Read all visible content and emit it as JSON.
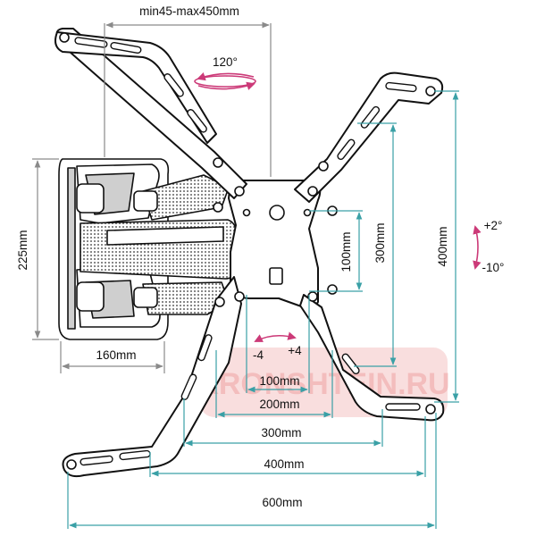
{
  "diagram": {
    "colors": {
      "dimension_teal": "#3aa0a6",
      "dimension_gray": "#8a8a8a",
      "rotation_pink": "#cc3a78",
      "part_outline": "#111111",
      "part_fill": "#ffffff",
      "part_shade": "#cfcfcf",
      "watermark_red": "#e04a4a"
    },
    "arm_depth_label": "min45-max450mm",
    "swivel_label": "120°",
    "tilt_up_label": "+2°",
    "tilt_down_label": "-10°",
    "level_minus_label": "-4",
    "level_plus_label": "+4",
    "wall_plate_height_label": "225mm",
    "wall_plate_width_label": "160mm",
    "vesa_vertical_labels": [
      "100mm",
      "300mm",
      "400mm"
    ],
    "vesa_horizontal_labels": [
      "100mm",
      "200mm",
      "300mm",
      "400mm",
      "600mm"
    ],
    "watermark": "KRONSHTEIN.RU"
  }
}
